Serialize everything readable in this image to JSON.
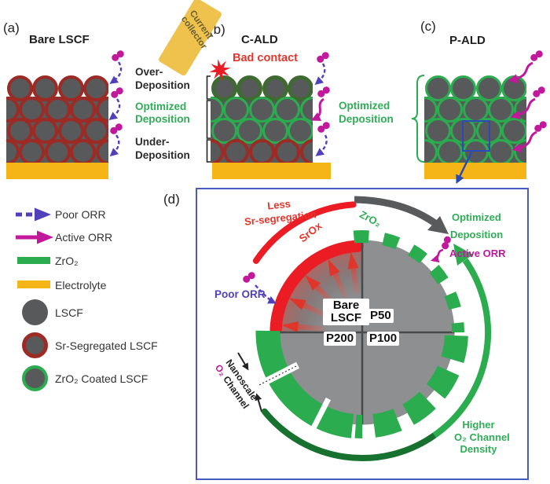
{
  "colors": {
    "lscf_gray": "#58595B",
    "particle_gray": "#8E8F91",
    "sr_red": "#9B2B24",
    "over_green": "#3F6B33",
    "ald_green": "#2BAC4F",
    "dark_green_arrow": "#17722F",
    "electrolyte_yellow": "#F6B517",
    "collector_yellow": "#EFC24E",
    "magenta": "#C2189C",
    "purple": "#5140BC",
    "red": "#EC1C24",
    "box_blue": "#4A5BC0",
    "link_blue": "#2B4AB8"
  },
  "panels": {
    "a": {
      "label": "(a)",
      "title": "Bare LSCF"
    },
    "b": {
      "label": "(b)",
      "title": "C-ALD",
      "bad_contact": "Bad contact",
      "collector_line1": "Current",
      "collector_line2": "collector"
    },
    "c": {
      "label": "(c)",
      "title": "P-ALD"
    },
    "d": {
      "label": "(d)",
      "less_sr_line1": "Less",
      "less_sr_line2": "Sr-segregation",
      "srox": "SrOx",
      "zro2": "ZrO₂",
      "optimized": "Optimized",
      "deposition": "Deposition",
      "active_orr": "Active ORR",
      "poor_orr": "Poor ORR",
      "nanoscale": "Nanoscale",
      "o2": "O₂",
      "channel": " Channel",
      "higher_line1": "Higher",
      "higher_line2": "O₂ Channel",
      "higher_line3": "Density",
      "quadrant_tl_line1": "Bare",
      "quadrant_tl_line2": "LSCF",
      "quadrant_tr": "P50",
      "quadrant_bl": "P200",
      "quadrant_br": "P100"
    }
  },
  "deposition_labels": {
    "over_line1": "Over-",
    "over_line2": "Deposition",
    "opt_line1": "Optimized",
    "opt_line2": "Deposition",
    "under_line1": "Under-",
    "under_line2": "Deposition",
    "optc_line1": "Optimized",
    "optc_line2": "Deposition"
  },
  "legend": {
    "poor_orr": "Poor ORR",
    "active_orr": "Active ORR",
    "zro2": "ZrO₂",
    "electrolyte": "Electrolyte",
    "lscf": "LSCF",
    "sr_segregated": "Sr-Segregated LSCF",
    "coated": "ZrO₂ Coated LSCF"
  },
  "stacks": {
    "a": {
      "rows": [
        "sr",
        "sr",
        "sr",
        "sr"
      ]
    },
    "b": {
      "rows": [
        "over",
        "ald",
        "ald",
        "sr"
      ]
    },
    "c": {
      "rows": [
        "ald",
        "ald",
        "ald",
        "ald"
      ]
    }
  },
  "stack_styles": {
    "sr": {
      "color": "#9B2B24",
      "width": 4
    },
    "over": {
      "color": "#3F6B33",
      "width": 5
    },
    "ald": {
      "color": "#2BAC4F",
      "width": 3
    }
  }
}
